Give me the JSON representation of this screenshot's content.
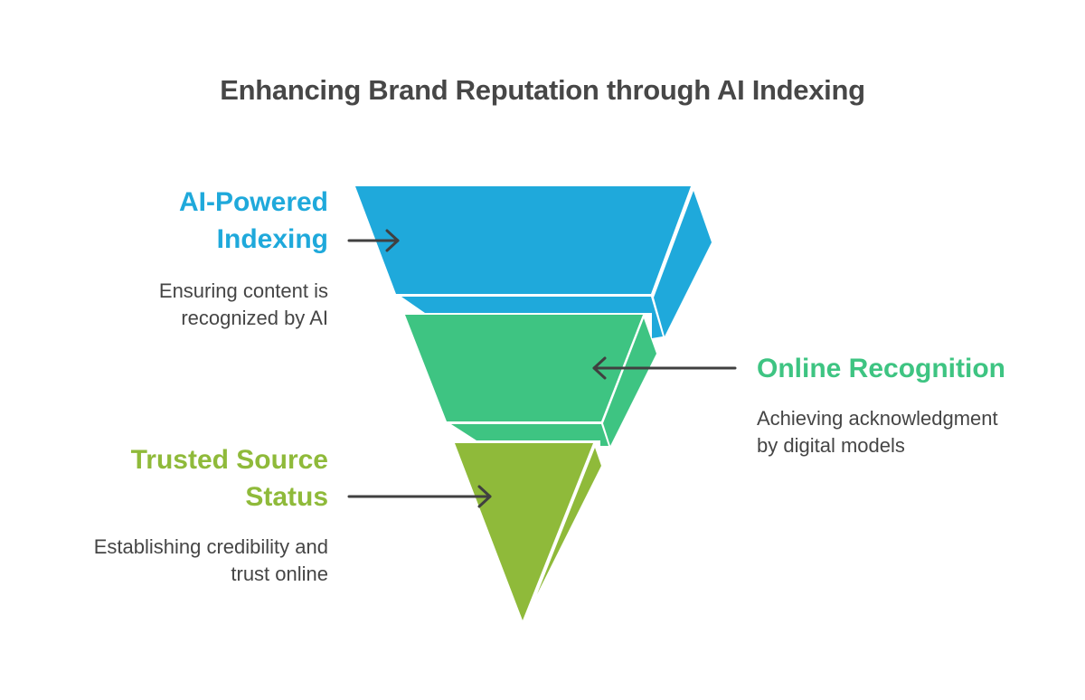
{
  "title": "Enhancing Brand Reputation through AI Indexing",
  "colors": {
    "blue": "#1FA9DB",
    "green": "#3EC482",
    "olive": "#8FBA3A",
    "text_dark": "#454545",
    "arrow": "#404040"
  },
  "stages": [
    {
      "label_line1": "AI-Powered",
      "label_line2": "Indexing",
      "description_line1": "Ensuring content is",
      "description_line2": "recognized by AI",
      "color": "#1FA9DB",
      "arrow_direction": "right"
    },
    {
      "label_line1": "Online Recognition",
      "description_line1": "Achieving acknowledgment",
      "description_line2": "by digital models",
      "color": "#3EC482",
      "arrow_direction": "left"
    },
    {
      "label_line1": "Trusted Source",
      "label_line2": "Status",
      "description_line1": "Establishing credibility and",
      "description_line2": "trust online",
      "color": "#8FBA3A",
      "arrow_direction": "right"
    }
  ]
}
